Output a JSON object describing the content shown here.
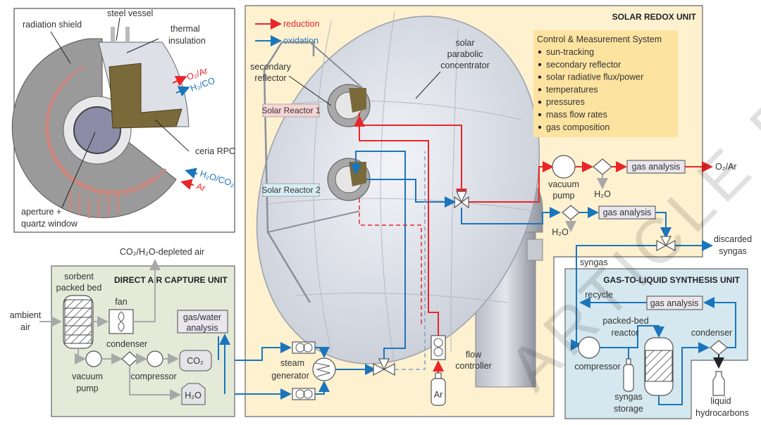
{
  "reactor_inset": {
    "labels": {
      "radiation_shield": "radiation shield",
      "steel_vessel": "steel vessel",
      "thermal": "thermal",
      "insulation": "insulation",
      "o2_ar": "O₂/Ar",
      "h2_co": "H₂/CO",
      "ceria_rpc": "ceria RPC",
      "h2o_co2": "H₂O/CO₂",
      "ar": "Ar",
      "aperture": "aperture +",
      "quartz_window": "quartz window"
    }
  },
  "dac_unit": {
    "title": "DIRECT AIR CAPTURE UNIT",
    "depleted_air": "CO₂/H₂O-depleted air",
    "sorbent": "sorbent",
    "packed_bed": "packed bed",
    "fan": "fan",
    "ambient": "ambient",
    "air": "air",
    "gas_water": "gas/water",
    "analysis": "analysis",
    "condenser": "condenser",
    "co2": "CO₂",
    "vacuum": "vacuum",
    "pump": "pump",
    "compressor": "compressor",
    "h2o": "H₂O"
  },
  "redox_unit": {
    "title": "SOLAR REDOX UNIT",
    "legend": {
      "reduction": "reduction",
      "oxidation": "oxidation",
      "reduction_color": "#e8262a",
      "oxidation_color": "#1b75bc"
    },
    "solar": "solar",
    "parabolic": "parabolic",
    "concentrator": "concentrator",
    "secondary": "secondary",
    "reflector": "reflector",
    "reactor1": "Solar Reactor 1",
    "reactor2": "Solar Reactor 2",
    "control_system": {
      "title": "Control & Measurement System",
      "items": [
        "sun-tracking",
        "secondary reflector",
        "solar radiative flux/power",
        "temperatures",
        "pressures",
        "mass flow rates",
        "gas composition"
      ]
    },
    "vacuum": "vacuum",
    "pump": "pump",
    "h2o_a": "H₂O",
    "h2o_b": "H₂O",
    "gas_analysis_a": "gas analysis",
    "gas_analysis_b": "gas analysis",
    "o2_ar": "O₂/Ar",
    "discarded": "discarded",
    "syngas": "syngas",
    "steam": "steam",
    "generator": "generator",
    "flow": "flow",
    "controller": "controller",
    "ar": "Ar"
  },
  "gtl_unit": {
    "title": "GAS-TO-LIQUID SYNTHESIS UNIT",
    "syngas_in": "syngas",
    "recycle": "recycle",
    "gas_analysis": "gas analysis",
    "packed_bed": "packed-bed",
    "reactor": "reactor",
    "condenser": "condenser",
    "compressor": "compressor",
    "syngas": "syngas",
    "storage": "storage",
    "liquid": "liquid",
    "hydrocarbons": "hydrocarbons"
  },
  "watermark": "ARTICLE PREVIEW"
}
